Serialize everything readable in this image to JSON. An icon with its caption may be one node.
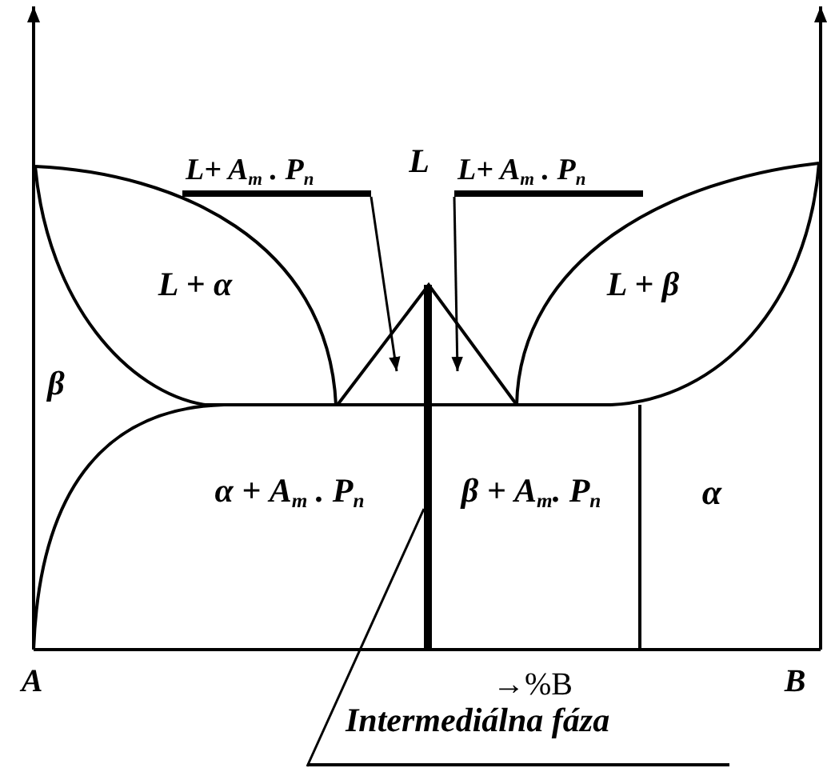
{
  "diagram": {
    "nodes": [
      {
        "text": [
          "L+ A$_{m}$ . P$_{n}$"
        ]
      },
      {
        "text": [
          "L+ A$_{m}$ . P$_{n}$"
        ]
      },
      {
        "text": [],
        "shape": "triangle"
      },
      {
        "text": [],
        "shape": "bar"
      },
      {
        "text": [
          "Intermediálna fáza"
        ]
      }
    ],
    "edges": [
      {
        "from": 0,
        "to": 2,
        "arrow": "to"
      },
      {
        "from": 1,
        "to": 2,
        "arrow": "to"
      },
      {
        "from": 4,
        "to": 3,
        "arrow": "none"
      }
    ],
    "labels": [
      "L",
      "L + α",
      "L + β",
      "β",
      "α + A$_{m}$ . P$_{n}$",
      "β + A$_{m}$. P$_{n}$",
      "α",
      "A",
      "→%B",
      "B"
    ]
  }
}
